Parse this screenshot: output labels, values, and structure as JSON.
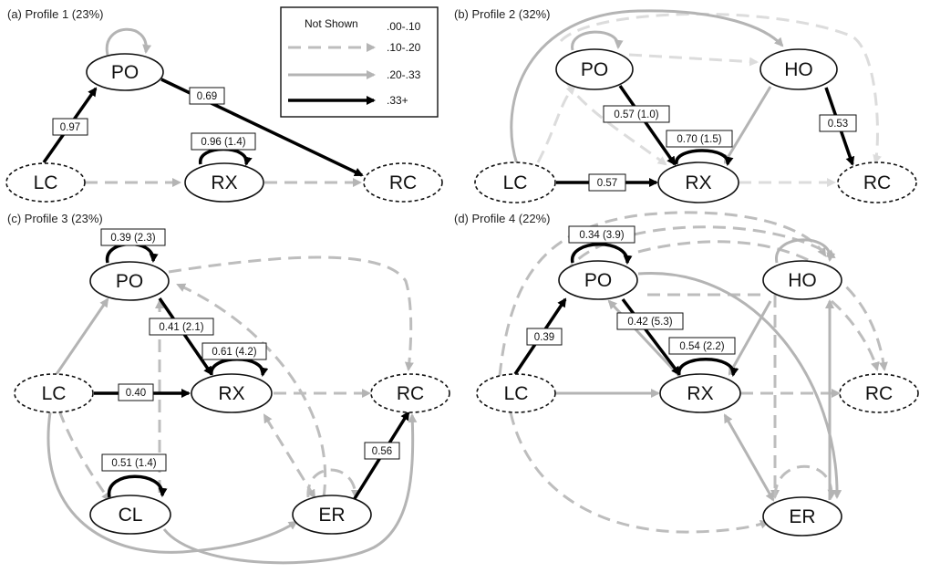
{
  "legend": {
    "not_shown": "Not Shown",
    "r1": ".00-.10",
    "r2": ".10-.20",
    "r3": ".20-.33",
    "r4": ".33+"
  },
  "panels": [
    {
      "label": "(a) Profile 1 (23%)",
      "nodes": [
        {
          "id": "LC",
          "label": "LC",
          "style": "dashed"
        },
        {
          "id": "PO",
          "label": "PO",
          "style": "solid"
        },
        {
          "id": "RX",
          "label": "RX",
          "style": "solid"
        },
        {
          "id": "RC",
          "label": "RC",
          "style": "dashed"
        }
      ],
      "edges": [
        {
          "from": "LC",
          "to": "PO",
          "strength": "strong",
          "value": "0.97"
        },
        {
          "from": "PO",
          "to": "RC",
          "strength": "strong",
          "value": "0.69"
        },
        {
          "from": "RX",
          "to": "RX",
          "strength": "strong",
          "value": "0.96 (1.4)"
        },
        {
          "from": "PO",
          "to": "PO",
          "strength": "mid"
        },
        {
          "from": "LC",
          "to": "RX",
          "strength": "weak"
        },
        {
          "from": "RX",
          "to": "RC",
          "strength": "weak"
        }
      ]
    },
    {
      "label": "(b) Profile 2 (32%)",
      "nodes": [
        {
          "id": "PO",
          "label": "PO",
          "style": "solid"
        },
        {
          "id": "HO",
          "label": "HO",
          "style": "solid"
        },
        {
          "id": "LC",
          "label": "LC",
          "style": "dashed"
        },
        {
          "id": "RX",
          "label": "RX",
          "style": "solid"
        },
        {
          "id": "RC",
          "label": "RC",
          "style": "dashed"
        }
      ],
      "edges": [
        {
          "from": "PO",
          "to": "RX",
          "strength": "strong",
          "value": "0.57 (1.0)"
        },
        {
          "from": "LC",
          "to": "RX",
          "strength": "strong",
          "value": "0.57"
        },
        {
          "from": "RX",
          "to": "RX",
          "strength": "strong",
          "value": "0.70 (1.5)"
        },
        {
          "from": "HO",
          "to": "RC",
          "strength": "strong",
          "value": "0.53"
        },
        {
          "from": "HO",
          "to": "RX",
          "strength": "mid"
        },
        {
          "from": "LC",
          "to": "HO",
          "strength": "mid"
        },
        {
          "from": "PO",
          "to": "PO",
          "strength": "mid"
        },
        {
          "from": "LC",
          "to": "PO",
          "strength": "weak"
        },
        {
          "from": "PO",
          "to": "HO",
          "strength": "weak"
        },
        {
          "from": "PO",
          "to": "RC",
          "strength": "weak"
        },
        {
          "from": "RX",
          "to": "RC",
          "strength": "weak"
        }
      ]
    },
    {
      "label": "(c) Profile 3 (23%)",
      "nodes": [
        {
          "id": "PO",
          "label": "PO",
          "style": "solid"
        },
        {
          "id": "LC",
          "label": "LC",
          "style": "dashed"
        },
        {
          "id": "RX",
          "label": "RX",
          "style": "solid"
        },
        {
          "id": "RC",
          "label": "RC",
          "style": "dashed"
        },
        {
          "id": "CL",
          "label": "CL",
          "style": "solid"
        },
        {
          "id": "ER",
          "label": "ER",
          "style": "solid"
        }
      ],
      "edges": [
        {
          "from": "PO",
          "to": "PO",
          "strength": "strong",
          "value": "0.39 (2.3)"
        },
        {
          "from": "PO",
          "to": "RX",
          "strength": "strong",
          "value": "0.41 (2.1)"
        },
        {
          "from": "RX",
          "to": "RX",
          "strength": "strong",
          "value": "0.61 (4.2)"
        },
        {
          "from": "LC",
          "to": "RX",
          "strength": "strong",
          "value": "0.40"
        },
        {
          "from": "CL",
          "to": "CL",
          "strength": "strong",
          "value": "0.51 (1.4)"
        },
        {
          "from": "ER",
          "to": "RC",
          "strength": "strong",
          "value": "0.56"
        },
        {
          "from": "LC",
          "to": "PO",
          "strength": "mid"
        },
        {
          "from": "LC",
          "to": "ER",
          "strength": "mid"
        },
        {
          "from": "CL",
          "to": "RC",
          "strength": "mid"
        },
        {
          "from": "PO",
          "to": "RC",
          "strength": "weak"
        },
        {
          "from": "RX",
          "to": "RC",
          "strength": "weak"
        },
        {
          "from": "CL",
          "to": "PO",
          "strength": "weak"
        },
        {
          "from": "LC",
          "to": "CL",
          "strength": "weak"
        },
        {
          "from": "ER",
          "to": "PO",
          "strength": "weak"
        },
        {
          "from": "ER",
          "to": "RX",
          "strength": "weak"
        },
        {
          "from": "ER",
          "to": "ER",
          "strength": "weak"
        }
      ]
    },
    {
      "label": "(d) Profile 4 (22%)",
      "nodes": [
        {
          "id": "PO",
          "label": "PO",
          "style": "solid"
        },
        {
          "id": "HO",
          "label": "HO",
          "style": "solid"
        },
        {
          "id": "LC",
          "label": "LC",
          "style": "dashed"
        },
        {
          "id": "RX",
          "label": "RX",
          "style": "solid"
        },
        {
          "id": "RC",
          "label": "RC",
          "style": "dashed"
        },
        {
          "id": "ER",
          "label": "ER",
          "style": "solid"
        }
      ],
      "edges": [
        {
          "from": "PO",
          "to": "PO",
          "strength": "strong",
          "value": "0.34 (3.9)"
        },
        {
          "from": "LC",
          "to": "PO",
          "strength": "strong",
          "value": "0.39"
        },
        {
          "from": "PO",
          "to": "RX",
          "strength": "strong",
          "value": "0.42 (5.3)"
        },
        {
          "from": "RX",
          "to": "RX",
          "strength": "strong",
          "value": "0.54 (2.2)"
        },
        {
          "from": "LC",
          "to": "RX",
          "strength": "mid"
        },
        {
          "from": "HO",
          "to": "RX",
          "strength": "mid"
        },
        {
          "from": "HO",
          "to": "HO",
          "strength": "mid"
        },
        {
          "from": "ER",
          "to": "HO",
          "strength": "mid"
        },
        {
          "from": "PO",
          "to": "ER",
          "strength": "mid"
        },
        {
          "from": "ER",
          "to": "RX",
          "strength": "mid"
        },
        {
          "from": "RX",
          "to": "PO",
          "strength": "mid"
        },
        {
          "from": "LC",
          "to": "HO",
          "strength": "weak"
        },
        {
          "from": "PO",
          "to": "HO",
          "strength": "weak"
        },
        {
          "from": "HO",
          "to": "RC",
          "strength": "weak"
        },
        {
          "from": "RX",
          "to": "RC",
          "strength": "weak"
        },
        {
          "from": "LC",
          "to": "ER",
          "strength": "weak"
        },
        {
          "from": "HO",
          "to": "ER",
          "strength": "weak"
        },
        {
          "from": "ER",
          "to": "ER",
          "strength": "weak"
        }
      ]
    }
  ],
  "colors": {
    "strong": "#000000",
    "mid": "#b4b4b4",
    "weak": "#bdbdbd",
    "faint": "#dcdcdc",
    "node_stroke": "#111111"
  }
}
